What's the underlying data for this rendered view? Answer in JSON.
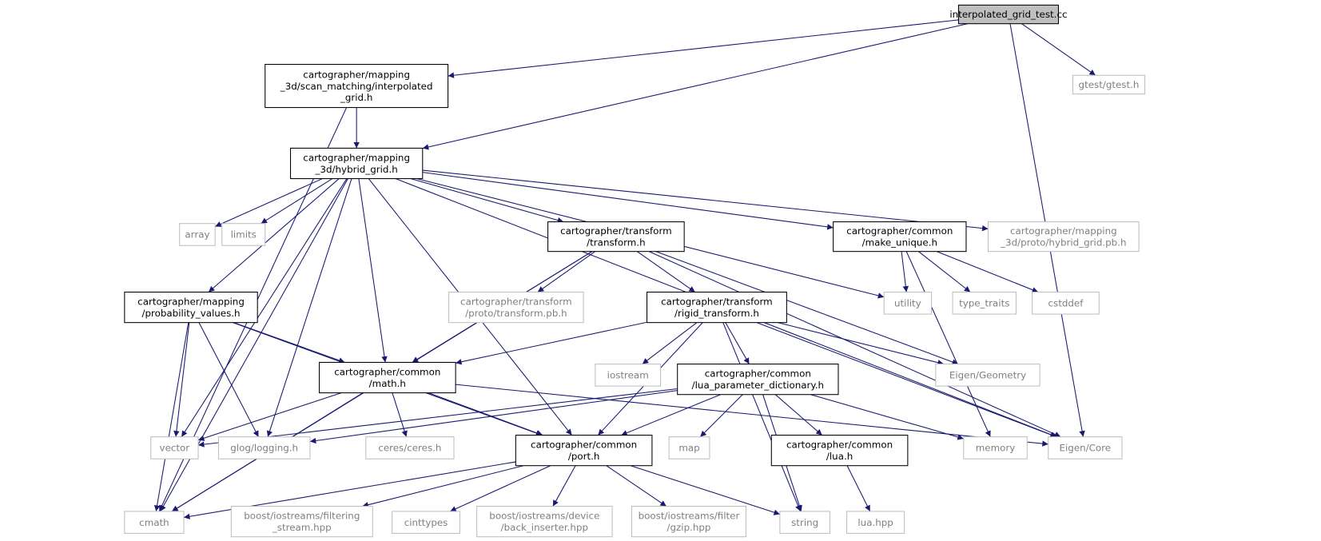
{
  "graph": {
    "edge_color": "#191970",
    "root_fill": "#bfbfbf",
    "external_border": "#bfbfbf",
    "external_text": "#7f7f7f",
    "nodes": [
      {
        "id": "test",
        "lines": [
          "interpolated_grid_test.cc"
        ],
        "kind": "root"
      },
      {
        "id": "igrid",
        "lines": [
          "cartographer/mapping",
          "_3d/scan_matching/interpolated",
          "_grid.h"
        ],
        "kind": "local"
      },
      {
        "id": "gtest",
        "lines": [
          "gtest/gtest.h"
        ],
        "kind": "external"
      },
      {
        "id": "hgrid",
        "lines": [
          "cartographer/mapping",
          "_3d/hybrid_grid.h"
        ],
        "kind": "local"
      },
      {
        "id": "array",
        "lines": [
          "array"
        ],
        "kind": "external"
      },
      {
        "id": "limits",
        "lines": [
          "limits"
        ],
        "kind": "external"
      },
      {
        "id": "transform",
        "lines": [
          "cartographer/transform",
          "/transform.h"
        ],
        "kind": "local"
      },
      {
        "id": "make_unique",
        "lines": [
          "cartographer/common",
          "/make_unique.h"
        ],
        "kind": "local"
      },
      {
        "id": "hgridpb",
        "lines": [
          "cartographer/mapping",
          "_3d/proto/hybrid_grid.pb.h"
        ],
        "kind": "external"
      },
      {
        "id": "prob",
        "lines": [
          "cartographer/mapping",
          "/probability_values.h"
        ],
        "kind": "local"
      },
      {
        "id": "transformpb",
        "lines": [
          "cartographer/transform",
          "/proto/transform.pb.h"
        ],
        "kind": "external"
      },
      {
        "id": "rigid",
        "lines": [
          "cartographer/transform",
          "/rigid_transform.h"
        ],
        "kind": "local"
      },
      {
        "id": "utility",
        "lines": [
          "utility"
        ],
        "kind": "external"
      },
      {
        "id": "type_traits",
        "lines": [
          "type_traits"
        ],
        "kind": "external"
      },
      {
        "id": "cstddef",
        "lines": [
          "cstddef"
        ],
        "kind": "external"
      },
      {
        "id": "math",
        "lines": [
          "cartographer/common",
          "/math.h"
        ],
        "kind": "local"
      },
      {
        "id": "iostream",
        "lines": [
          "iostream"
        ],
        "kind": "external"
      },
      {
        "id": "luadict",
        "lines": [
          "cartographer/common",
          "/lua_parameter_dictionary.h"
        ],
        "kind": "local"
      },
      {
        "id": "eigengeo",
        "lines": [
          "Eigen/Geometry"
        ],
        "kind": "external"
      },
      {
        "id": "vector",
        "lines": [
          "vector"
        ],
        "kind": "external"
      },
      {
        "id": "glog",
        "lines": [
          "glog/logging.h"
        ],
        "kind": "external"
      },
      {
        "id": "ceres",
        "lines": [
          "ceres/ceres.h"
        ],
        "kind": "external"
      },
      {
        "id": "port",
        "lines": [
          "cartographer/common",
          "/port.h"
        ],
        "kind": "local"
      },
      {
        "id": "map",
        "lines": [
          "map"
        ],
        "kind": "external"
      },
      {
        "id": "lua",
        "lines": [
          "cartographer/common",
          "/lua.h"
        ],
        "kind": "local"
      },
      {
        "id": "memory",
        "lines": [
          "memory"
        ],
        "kind": "external"
      },
      {
        "id": "eigencore",
        "lines": [
          "Eigen/Core"
        ],
        "kind": "external"
      },
      {
        "id": "cmath",
        "lines": [
          "cmath"
        ],
        "kind": "external"
      },
      {
        "id": "filtering",
        "lines": [
          "boost/iostreams/filtering",
          "_stream.hpp"
        ],
        "kind": "external"
      },
      {
        "id": "cinttypes",
        "lines": [
          "cinttypes"
        ],
        "kind": "external"
      },
      {
        "id": "backins",
        "lines": [
          "boost/iostreams/device",
          "/back_inserter.hpp"
        ],
        "kind": "external"
      },
      {
        "id": "gzip",
        "lines": [
          "boost/iostreams/filter",
          "/gzip.hpp"
        ],
        "kind": "external"
      },
      {
        "id": "string",
        "lines": [
          "string"
        ],
        "kind": "external"
      },
      {
        "id": "luahpp",
        "lines": [
          "lua.hpp"
        ],
        "kind": "external"
      }
    ],
    "edges": [
      [
        "test",
        "igrid"
      ],
      [
        "test",
        "hgrid"
      ],
      [
        "test",
        "eigencore"
      ],
      [
        "test",
        "gtest"
      ],
      [
        "igrid",
        "hgrid"
      ],
      [
        "igrid",
        "cmath"
      ],
      [
        "hgrid",
        "array"
      ],
      [
        "hgrid",
        "limits"
      ],
      [
        "hgrid",
        "transform"
      ],
      [
        "hgrid",
        "make_unique"
      ],
      [
        "hgrid",
        "hgridpb"
      ],
      [
        "hgrid",
        "prob"
      ],
      [
        "hgrid",
        "math"
      ],
      [
        "hgrid",
        "port"
      ],
      [
        "hgrid",
        "utility"
      ],
      [
        "hgrid",
        "eigencore"
      ],
      [
        "hgrid",
        "vector"
      ],
      [
        "hgrid",
        "glog"
      ],
      [
        "hgrid",
        "cmath"
      ],
      [
        "transform",
        "transformpb"
      ],
      [
        "transform",
        "rigid"
      ],
      [
        "transform",
        "math"
      ],
      [
        "transform",
        "cmath"
      ],
      [
        "transform",
        "eigengeo"
      ],
      [
        "transform",
        "eigencore"
      ],
      [
        "make_unique",
        "utility"
      ],
      [
        "make_unique",
        "type_traits"
      ],
      [
        "make_unique",
        "cstddef"
      ],
      [
        "make_unique",
        "memory"
      ],
      [
        "prob",
        "math"
      ],
      [
        "prob",
        "vector"
      ],
      [
        "prob",
        "glog"
      ],
      [
        "prob",
        "cmath"
      ],
      [
        "prob",
        "port"
      ],
      [
        "rigid",
        "iostream"
      ],
      [
        "rigid",
        "luadict"
      ],
      [
        "rigid",
        "eigengeo"
      ],
      [
        "rigid",
        "eigencore"
      ],
      [
        "rigid",
        "math"
      ],
      [
        "rigid",
        "port"
      ],
      [
        "rigid",
        "string"
      ],
      [
        "math",
        "vector"
      ],
      [
        "math",
        "ceres"
      ],
      [
        "math",
        "port"
      ],
      [
        "math",
        "cmath"
      ],
      [
        "math",
        "eigencore"
      ],
      [
        "luadict",
        "vector"
      ],
      [
        "luadict",
        "glog"
      ],
      [
        "luadict",
        "port"
      ],
      [
        "luadict",
        "map"
      ],
      [
        "luadict",
        "lua"
      ],
      [
        "luadict",
        "memory"
      ],
      [
        "luadict",
        "string"
      ],
      [
        "port",
        "cmath"
      ],
      [
        "port",
        "filtering"
      ],
      [
        "port",
        "cinttypes"
      ],
      [
        "port",
        "backins"
      ],
      [
        "port",
        "gzip"
      ],
      [
        "port",
        "string"
      ],
      [
        "lua",
        "luahpp"
      ]
    ]
  }
}
